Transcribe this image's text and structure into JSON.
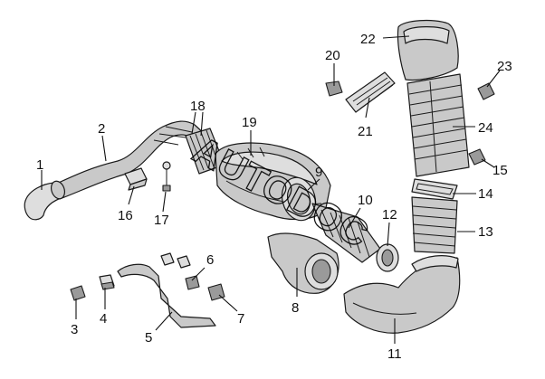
{
  "diagram": {
    "watermark": "AUTODOC",
    "callouts": [
      {
        "id": "1",
        "label": "1"
      },
      {
        "id": "2",
        "label": "2"
      },
      {
        "id": "3",
        "label": "3"
      },
      {
        "id": "4",
        "label": "4"
      },
      {
        "id": "5",
        "label": "5"
      },
      {
        "id": "6",
        "label": "6"
      },
      {
        "id": "7",
        "label": "7"
      },
      {
        "id": "8",
        "label": "8"
      },
      {
        "id": "9",
        "label": "9"
      },
      {
        "id": "10",
        "label": "10"
      },
      {
        "id": "11",
        "label": "11"
      },
      {
        "id": "12",
        "label": "12"
      },
      {
        "id": "13",
        "label": "13"
      },
      {
        "id": "14",
        "label": "14"
      },
      {
        "id": "15",
        "label": "15"
      },
      {
        "id": "16",
        "label": "16"
      },
      {
        "id": "17",
        "label": "17"
      },
      {
        "id": "18",
        "label": "18"
      },
      {
        "id": "19",
        "label": "19"
      },
      {
        "id": "20",
        "label": "20"
      },
      {
        "id": "21",
        "label": "21"
      },
      {
        "id": "22",
        "label": "22"
      },
      {
        "id": "23",
        "label": "23"
      },
      {
        "id": "24",
        "label": "24"
      }
    ]
  }
}
